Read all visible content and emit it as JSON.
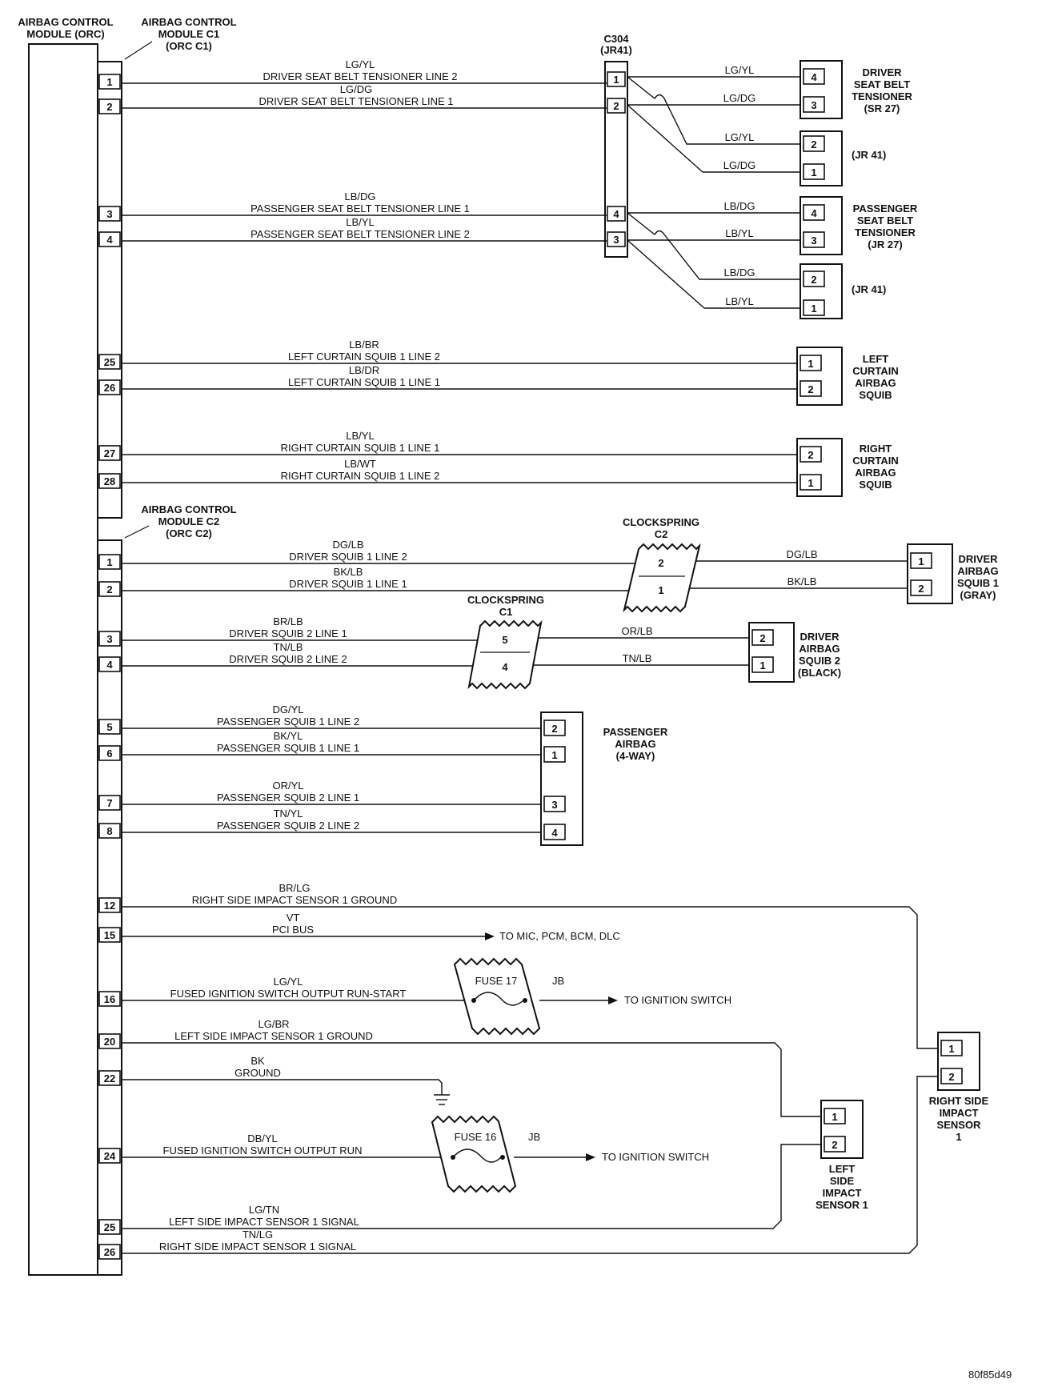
{
  "module": {
    "title": "AIRBAG CONTROL MODULE (ORC)",
    "c1_label": "AIRBAG CONTROL MODULE C1 (ORC C1)",
    "c2_label": "AIRBAG CONTROL MODULE C2 (ORC C2)",
    "c1_pins": [
      "1",
      "2",
      "3",
      "4",
      "25",
      "26",
      "27",
      "28"
    ],
    "c2_pins": [
      "1",
      "2",
      "3",
      "4",
      "5",
      "6",
      "7",
      "8",
      "12",
      "15",
      "16",
      "20",
      "22",
      "24",
      "25",
      "26"
    ]
  },
  "c304": {
    "label": "C304 (JR41)",
    "pins": [
      "1",
      "2",
      "4",
      "3"
    ]
  },
  "wires": {
    "driver_seat_belt_2": {
      "color": "LG/YL",
      "name": "DRIVER SEAT BELT TENSIONER LINE 2"
    },
    "driver_seat_belt_1": {
      "color": "LG/DG",
      "name": "DRIVER SEAT BELT TENSIONER LINE 1"
    },
    "pass_seat_belt_1": {
      "color": "LB/DG",
      "name": "PASSENGER SEAT BELT TENSIONER LINE 1"
    },
    "pass_seat_belt_2": {
      "color": "LB/YL",
      "name": "PASSENGER SEAT BELT TENSIONER LINE 2"
    },
    "left_curtain_2": {
      "color": "LB/BR",
      "name": "LEFT CURTAIN SQUIB 1 LINE 2"
    },
    "left_curtain_1": {
      "color": "LB/DR",
      "name": "LEFT CURTAIN SQUIB 1 LINE 1"
    },
    "right_curtain_1": {
      "color": "LB/YL",
      "name": "RIGHT CURTAIN SQUIB 1 LINE 1"
    },
    "right_curtain_2": {
      "color": "LB/WT",
      "name": "RIGHT CURTAIN SQUIB 1 LINE 2"
    },
    "driver_squib1_2": {
      "color": "DG/LB",
      "name": "DRIVER SQUIB 1 LINE 2"
    },
    "driver_squib1_1": {
      "color": "BK/LB",
      "name": "DRIVER SQUIB 1 LINE 1"
    },
    "driver_squib2_1": {
      "color": "BR/LB",
      "name": "DRIVER SQUIB 2 LINE 1"
    },
    "driver_squib2_2": {
      "color": "TN/LB",
      "name": "DRIVER SQUIB 2 LINE 2"
    },
    "pass_squib1_2": {
      "color": "DG/YL",
      "name": "PASSENGER SQUIB 1 LINE 2"
    },
    "pass_squib1_1": {
      "color": "BK/YL",
      "name": "PASSENGER SQUIB 1 LINE 1"
    },
    "pass_squib2_1": {
      "color": "OR/YL",
      "name": "PASSENGER SQUIB 2 LINE 1"
    },
    "pass_squib2_2": {
      "color": "TN/YL",
      "name": "PASSENGER SQUIB 2 LINE 2"
    },
    "right_side_ground": {
      "color": "BR/LG",
      "name": "RIGHT SIDE IMPACT SENSOR 1 GROUND"
    },
    "pci_bus": {
      "color": "VT",
      "name": "PCI BUS"
    },
    "fused_run_start": {
      "color": "LG/YL",
      "name": "FUSED IGNITION SWITCH OUTPUT RUN-START"
    },
    "left_side_ground": {
      "color": "LG/BR",
      "name": "LEFT SIDE IMPACT SENSOR 1 GROUND"
    },
    "ground": {
      "color": "BK",
      "name": "GROUND"
    },
    "fused_run": {
      "color": "DB/YL",
      "name": "FUSED IGNITION SWITCH OUTPUT RUN"
    },
    "left_side_signal": {
      "color": "LG/TN",
      "name": "LEFT SIDE IMPACT SENSOR 1 SIGNAL"
    },
    "right_side_signal": {
      "color": "TN/LG",
      "name": "RIGHT SIDE IMPACT SENSOR 1 SIGNAL"
    }
  },
  "right_colors": {
    "c304_1_out": "LG/YL",
    "c304_2_out": "LG/DG",
    "jr41a_2": "LG/YL",
    "jr41a_1": "LG/DG",
    "c304_4_out": "LB/DG",
    "c304_3_out": "LB/YL",
    "jr41b_2": "LB/DG",
    "jr41b_1": "LB/YL",
    "cs2_out_2": "DG/LB",
    "cs2_out_1": "BK/LB",
    "cs1_out_5": "OR/LB",
    "cs1_out_4": "TN/LB"
  },
  "components": {
    "driver_tensioner": {
      "title": "DRIVER SEAT BELT TENSIONER (SR 27)",
      "pins": [
        "4",
        "3"
      ]
    },
    "jr41_a": {
      "title": "(JR 41)",
      "pins": [
        "2",
        "1"
      ]
    },
    "pass_tensioner": {
      "title": "PASSENGER SEAT BELT TENSIONER (JR 27)",
      "pins": [
        "4",
        "3"
      ]
    },
    "jr41_b": {
      "title": "(JR 41)",
      "pins": [
        "2",
        "1"
      ]
    },
    "left_curtain": {
      "title": "LEFT CURTAIN AIRBAG SQUIB",
      "pins": [
        "1",
        "2"
      ]
    },
    "right_curtain": {
      "title": "RIGHT CURTAIN AIRBAG SQUIB",
      "pins": [
        "2",
        "1"
      ]
    },
    "clockspring_c2": {
      "title": "CLOCKSPRING C2",
      "pins": [
        "2",
        "1"
      ]
    },
    "driver_airbag_1": {
      "title": "DRIVER AIRBAG SQUIB 1 (GRAY)",
      "pins": [
        "1",
        "2"
      ]
    },
    "clockspring_c1": {
      "title": "CLOCKSPRING C1",
      "pins": [
        "5",
        "4"
      ]
    },
    "driver_airbag_2": {
      "title": "DRIVER AIRBAG SQUIB 2 (BLACK)",
      "pins": [
        "2",
        "1"
      ]
    },
    "passenger_airbag": {
      "title": "PASSENGER AIRBAG (4-WAY)",
      "pins": [
        "2",
        "1",
        "3",
        "4"
      ]
    },
    "right_side_sensor": {
      "title": "RIGHT SIDE IMPACT SENSOR 1",
      "pins": [
        "1",
        "2"
      ]
    },
    "left_side_sensor": {
      "title": "LEFT SIDE IMPACT SENSOR 1",
      "pins": [
        "1",
        "2"
      ]
    },
    "fuse17": {
      "label": "FUSE 17",
      "jb": "JB",
      "to": "TO IGNITION SWITCH"
    },
    "fuse16": {
      "label": "FUSE 16",
      "jb": "JB",
      "to": "TO IGNITION SWITCH"
    }
  },
  "pci_destination": "TO MIC, PCM, BCM, DLC",
  "figure_id": "80f85d49"
}
